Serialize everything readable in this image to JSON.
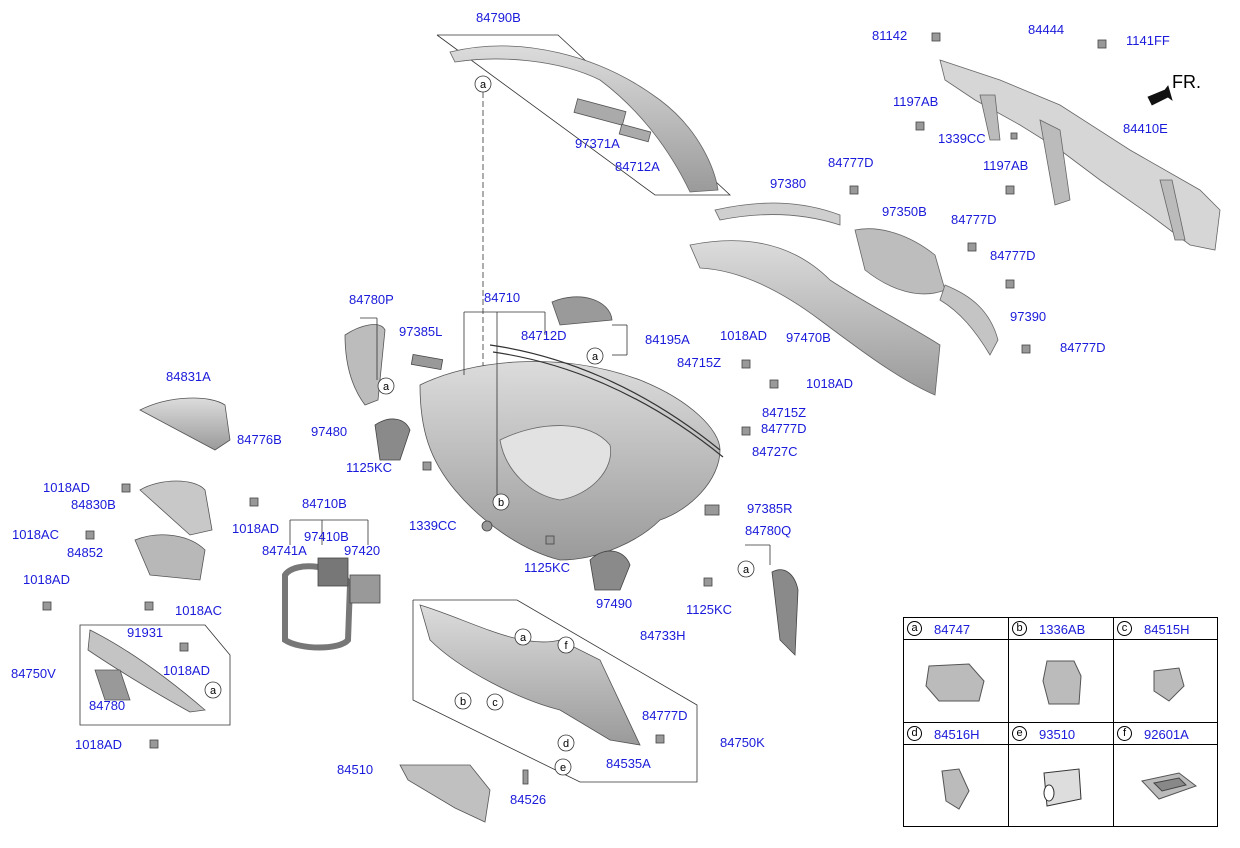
{
  "direction_label": "FR.",
  "part_labels": [
    {
      "id": "p1",
      "text": "84790B"
    },
    {
      "id": "p2",
      "text": "97371A"
    },
    {
      "id": "p3",
      "text": "84712A"
    },
    {
      "id": "p4",
      "text": "81142"
    },
    {
      "id": "p5",
      "text": "84444"
    },
    {
      "id": "p6",
      "text": "1141FF"
    },
    {
      "id": "p7",
      "text": "1197AB"
    },
    {
      "id": "p8",
      "text": "1339CC"
    },
    {
      "id": "p9",
      "text": "84410E"
    },
    {
      "id": "p10",
      "text": "1197AB"
    },
    {
      "id": "p11",
      "text": "97380"
    },
    {
      "id": "p12",
      "text": "84777D"
    },
    {
      "id": "p13",
      "text": "97350B"
    },
    {
      "id": "p14",
      "text": "84777D"
    },
    {
      "id": "p15",
      "text": "84777D"
    },
    {
      "id": "p16",
      "text": "97390"
    },
    {
      "id": "p17",
      "text": "84777D"
    },
    {
      "id": "p18",
      "text": "97470B"
    },
    {
      "id": "p19",
      "text": "84780P"
    },
    {
      "id": "p20",
      "text": "84710"
    },
    {
      "id": "p21",
      "text": "97385L"
    },
    {
      "id": "p22",
      "text": "84712D"
    },
    {
      "id": "p23",
      "text": "84195A"
    },
    {
      "id": "p24",
      "text": "1018AD"
    },
    {
      "id": "p25",
      "text": "84715Z"
    },
    {
      "id": "p26",
      "text": "1018AD"
    },
    {
      "id": "p27",
      "text": "84715Z"
    },
    {
      "id": "p28",
      "text": "84777D"
    },
    {
      "id": "p29",
      "text": "84727C"
    },
    {
      "id": "p30",
      "text": "84831A"
    },
    {
      "id": "p31",
      "text": "84776B"
    },
    {
      "id": "p32",
      "text": "97480"
    },
    {
      "id": "p33",
      "text": "1125KC"
    },
    {
      "id": "p34",
      "text": "1018AD"
    },
    {
      "id": "p35",
      "text": "84830B"
    },
    {
      "id": "p36",
      "text": "1018AD"
    },
    {
      "id": "p37",
      "text": "84710B"
    },
    {
      "id": "p38",
      "text": "1018AC"
    },
    {
      "id": "p39",
      "text": "97410B"
    },
    {
      "id": "p40",
      "text": "84741A"
    },
    {
      "id": "p41",
      "text": "97420"
    },
    {
      "id": "p42",
      "text": "84852"
    },
    {
      "id": "p43",
      "text": "1339CC"
    },
    {
      "id": "p44",
      "text": "97385R"
    },
    {
      "id": "p45",
      "text": "84780Q"
    },
    {
      "id": "p46",
      "text": "1125KC"
    },
    {
      "id": "p47",
      "text": "1018AD"
    },
    {
      "id": "p48",
      "text": "1018AC"
    },
    {
      "id": "p49",
      "text": "97490"
    },
    {
      "id": "p50",
      "text": "1125KC"
    },
    {
      "id": "p51",
      "text": "91931"
    },
    {
      "id": "p52",
      "text": "84733H"
    },
    {
      "id": "p53",
      "text": "84750V"
    },
    {
      "id": "p54",
      "text": "1018AD"
    },
    {
      "id": "p55",
      "text": "84780"
    },
    {
      "id": "p56",
      "text": "84777D"
    },
    {
      "id": "p57",
      "text": "84750K"
    },
    {
      "id": "p58",
      "text": "84535A"
    },
    {
      "id": "p59",
      "text": "1018AD"
    },
    {
      "id": "p60",
      "text": "84510"
    },
    {
      "id": "p61",
      "text": "84526"
    }
  ],
  "callout_letters": [
    "a",
    "a",
    "a",
    "a",
    "a",
    "b",
    "c",
    "d",
    "e",
    "f",
    "b"
  ],
  "legend": [
    {
      "letter": "a",
      "code": "84747"
    },
    {
      "letter": "b",
      "code": "1336AB"
    },
    {
      "letter": "c",
      "code": "84515H"
    },
    {
      "letter": "d",
      "code": "84516H"
    },
    {
      "letter": "e",
      "code": "93510"
    },
    {
      "letter": "f",
      "code": "92601A"
    }
  ],
  "colors": {
    "label": "#1a1adb",
    "part_fill": "#c8c8c8",
    "part_stroke": "#555555",
    "line": "#444444"
  }
}
